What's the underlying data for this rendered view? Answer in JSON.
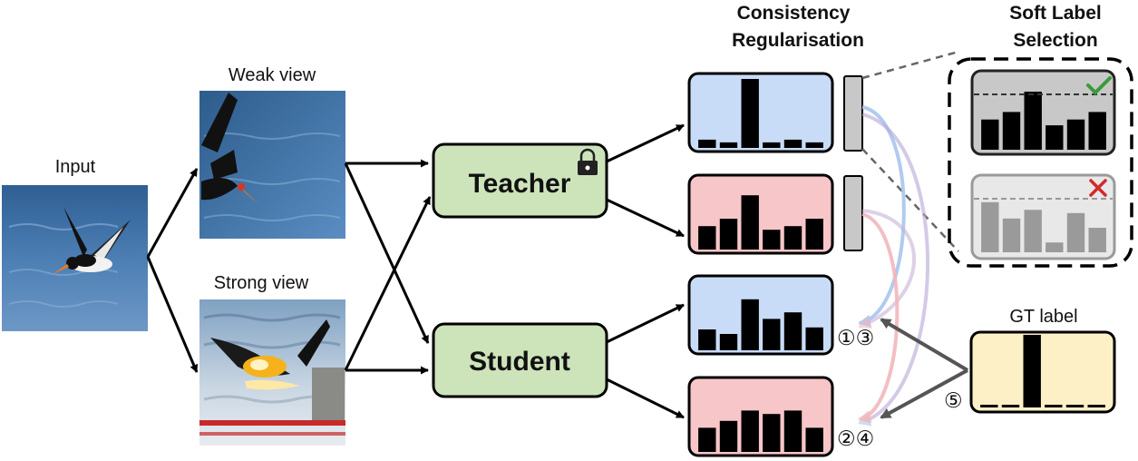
{
  "labels": {
    "input": "Input",
    "weak_view": "Weak view",
    "strong_view": "Strong view",
    "teacher": "Teacher",
    "student": "Student",
    "consistency_line1": "Consistency",
    "consistency_line2": "Regularisation",
    "soft_label_line1": "Soft Label",
    "soft_label_line2": "Selection",
    "gt_label": "GT label",
    "step_13": "①③",
    "step_24": "②④",
    "step_5": "⑤"
  },
  "colors": {
    "blue_panel": "#c9dcf7",
    "pink_panel": "#f7c6c9",
    "green_block": "#cde4bb",
    "gt_panel": "#fdf0c6",
    "accept_panel": "#c8c8c8",
    "reject_panel": "#e8e8e8",
    "check": "#3c9a3a",
    "cross": "#d22a2a",
    "arrow_blue": "#a9c6ee",
    "arrow_pink": "#f2b7bd"
  },
  "icons": {
    "lock": "lock-icon",
    "accept": "check-icon",
    "reject": "cross-icon"
  },
  "histograms": {
    "teacher_weak": [
      0.12,
      0.08,
      1.0,
      0.08,
      0.12,
      0.08
    ],
    "teacher_strong": [
      0.38,
      0.5,
      0.88,
      0.32,
      0.38,
      0.5
    ],
    "student_weak": [
      0.32,
      0.25,
      0.78,
      0.48,
      0.58,
      0.35
    ],
    "student_strong": [
      0.35,
      0.45,
      0.6,
      0.55,
      0.6,
      0.35
    ],
    "soft_accept": [
      0.52,
      0.65,
      1.0,
      0.42,
      0.52,
      0.65
    ],
    "soft_reject": [
      0.92,
      0.62,
      0.78,
      0.18,
      0.72,
      0.45
    ],
    "gt": [
      0.0,
      0.0,
      1.0,
      0.0,
      0.0,
      0.0
    ]
  }
}
